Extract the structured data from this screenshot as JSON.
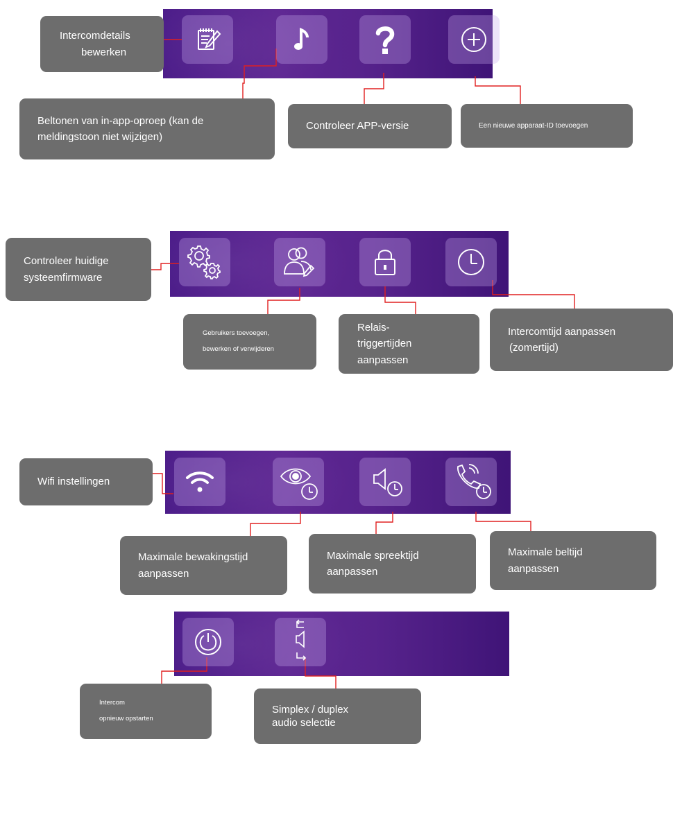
{
  "row1": {
    "edit_details": [
      "Intercomdetails",
      "bewerken"
    ],
    "ringtones": [
      "Beltonen van in-app-oproep (kan de",
      "meldingstoon niet wijzigen)"
    ],
    "app_version": [
      "Controleer APP-versie"
    ],
    "add_device": [
      "Een nieuwe apparaat-ID toevoegen"
    ]
  },
  "row2": {
    "firmware": [
      "Controleer huidige",
      "systeemfirmware"
    ],
    "users": [
      "Gebruikers toevoegen,",
      "bewerken of verwijderen"
    ],
    "relay": [
      "Relais-",
      "triggertijden aanpassen"
    ],
    "time": [
      "Intercomtijd aanpassen",
      "(zomertijd)"
    ]
  },
  "row3": {
    "wifi": [
      "Wifi instellingen"
    ],
    "monitor": [
      "Maximale bewakingstijd",
      "aanpassen"
    ],
    "talk": [
      "Maximale spreektijd",
      "aanpassen"
    ],
    "ring": [
      "Maximale beltijd",
      "aanpassen"
    ]
  },
  "row4": {
    "restart": [
      "Intercom",
      "opnieuw opstarten"
    ],
    "audio": [
      "Simplex / duplex",
      "audio selectie"
    ]
  },
  "icons": {
    "row1": [
      "notepad-pencil-icon",
      "music-note-icon",
      "question-mark-icon",
      "plus-circle-icon"
    ],
    "row2": [
      "gears-icon",
      "users-edit-icon",
      "padlock-icon",
      "clock-icon"
    ],
    "row3": [
      "wifi-icon",
      "eye-clock-icon",
      "speaker-clock-icon",
      "phone-ring-clock-icon"
    ],
    "row4": [
      "power-icon",
      "speaker-arrows-icon"
    ]
  },
  "colors": {
    "bar_purple": "#57238c",
    "callout_gray": "#6d6d6d",
    "connector_red": "#e02020"
  }
}
